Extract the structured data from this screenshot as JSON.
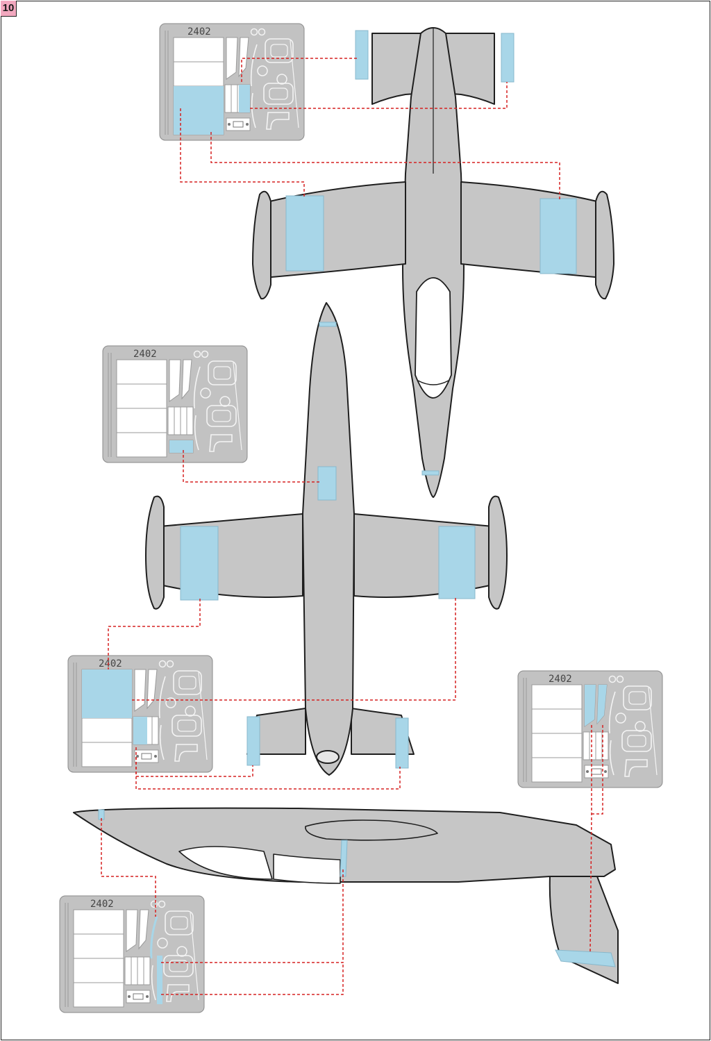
{
  "step_label": "10",
  "fret_code": "2402",
  "colors": {
    "airframe": "#c6c6c6",
    "airframe_outline": "#1e1e1e",
    "mask": "#a8d6e8",
    "fret": "#c2c2c2",
    "fret_window": "#ffffff",
    "leader": "#d62020"
  },
  "icons": {
    "leader_line": "dashed-red-line"
  }
}
